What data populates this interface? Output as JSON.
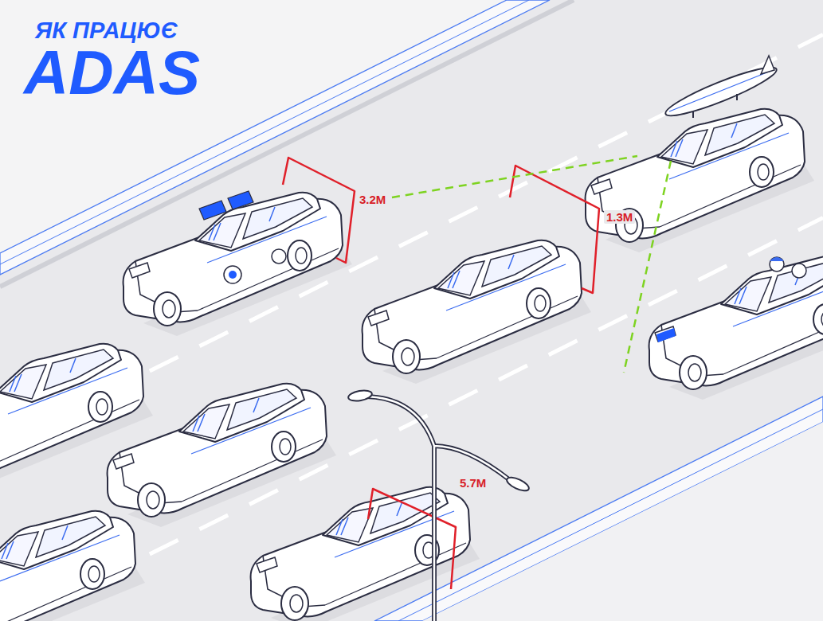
{
  "diagram": {
    "title": "ЯК ПРАЦЮЄ",
    "labels": [
      "ADAS",
      "3.2M",
      "1.3M",
      "5.7M"
    ]
  }
}
